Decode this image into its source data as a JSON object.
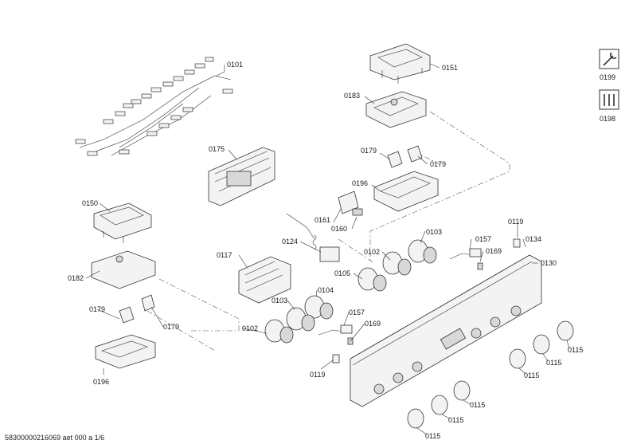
{
  "footer": {
    "document_id": "58300000216069 aet 000 a 1/6"
  },
  "labels": {
    "p0101": "0101",
    "p0151": "0151",
    "p0199": "0199",
    "p0198": "0198",
    "p0183": "0183",
    "p0175": "0175",
    "p0179_top_left": "0179",
    "p0179_top_right": "0179",
    "p0196_top": "0196",
    "p0150": "0150",
    "p0161": "0161",
    "p0160": "0160",
    "p0124": "0124",
    "p0103_top": "0103",
    "p0119_top": "0119",
    "p0157_top": "0157",
    "p0134": "0134",
    "p0117": "0117",
    "p0102_top": "0102",
    "p0169_top": "0169",
    "p0130": "0130",
    "p0182": "0182",
    "p0105": "0105",
    "p0104": "0104",
    "p0103_mid": "0103",
    "p0157_mid": "0157",
    "p0169_mid": "0169",
    "p0179_bottom_left": "0179",
    "p0179_bottom_right": "0179",
    "p0102_mid": "0102",
    "p0196_bottom": "0196",
    "p0119_bottom": "0119",
    "p0115_a": "0115",
    "p0115_b": "0115",
    "p0115_c": "0115",
    "p0115_d": "0115",
    "p0115_e": "0115",
    "p0115_f": "0115"
  },
  "icons": {
    "service_icon": "wrench-icon",
    "tools_icon": "toolkit-icon"
  }
}
